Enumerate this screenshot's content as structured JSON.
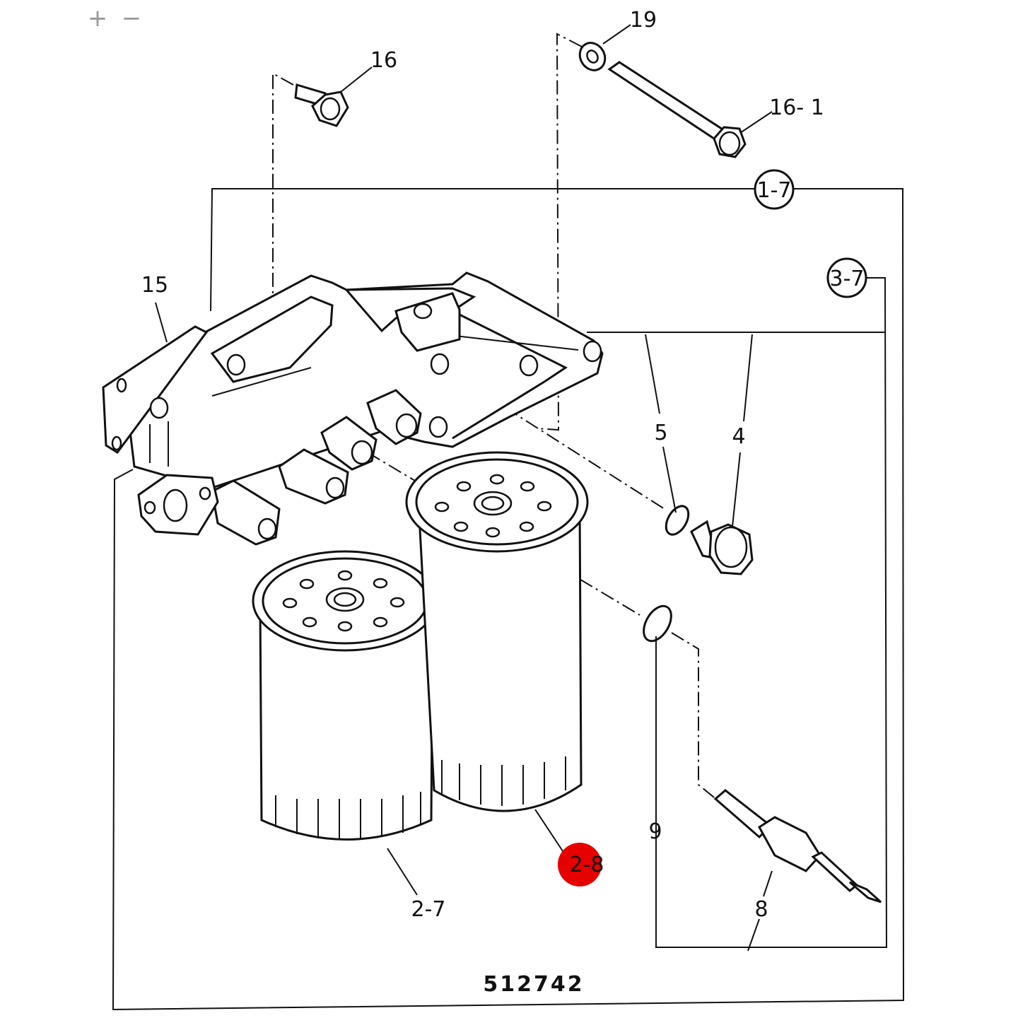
{
  "toolbar": {
    "zoom_in_label": "+",
    "zoom_out_label": "−"
  },
  "diagram": {
    "drawing_number": "512742",
    "callouts": {
      "c16": "16",
      "c19": "19",
      "c16_1": "16- 1",
      "c15": "15",
      "c5": "5",
      "c4": "4",
      "c9": "9",
      "c8": "8",
      "c2_7": "2-7",
      "c2_8": "2-8"
    },
    "references": {
      "r1_7": "1-7",
      "r3_7": "3-7"
    },
    "highlight_color": "#e60000"
  }
}
